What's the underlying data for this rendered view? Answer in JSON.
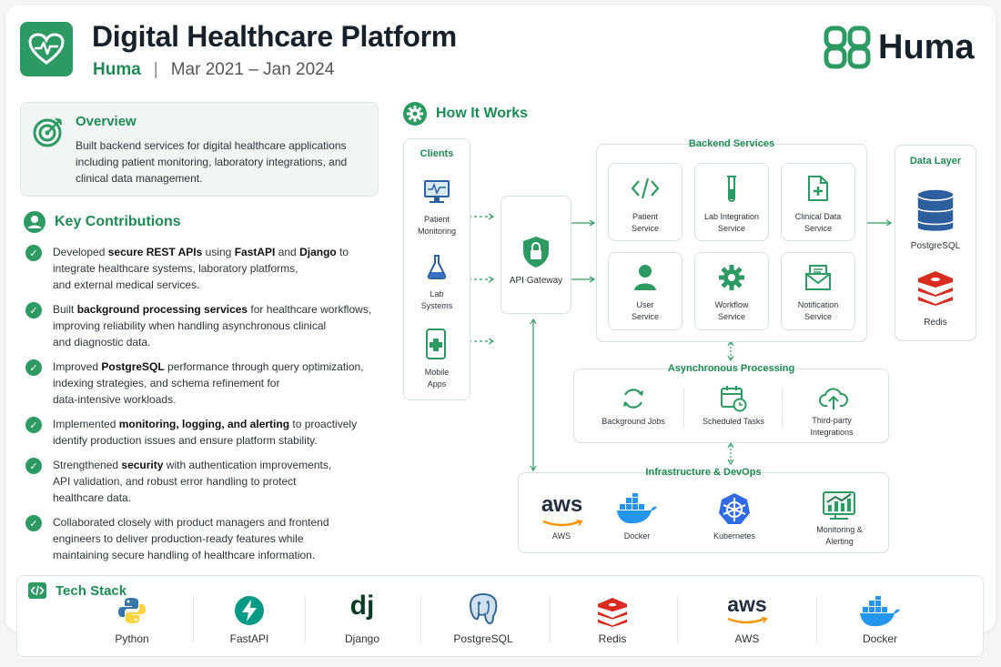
{
  "header": {
    "title": "Digital Healthcare Platform",
    "company": "Huma",
    "separator": "|",
    "period": "Mar 2021 – Jan 2024",
    "brand": "Huma",
    "icon": "heart-pulse-icon"
  },
  "overview": {
    "heading": "Overview",
    "text": "Built backend services for digital healthcare applications including patient monitoring, laboratory integrations, and clinical data management."
  },
  "contributions": {
    "heading": "Key Contributions",
    "items": [
      {
        "parts": [
          [
            "Developed ",
            0
          ],
          [
            "secure REST APIs",
            1
          ],
          [
            " using ",
            0
          ],
          [
            "FastAPI",
            1
          ],
          [
            " and ",
            0
          ],
          [
            "Django",
            1
          ],
          [
            " to\nintegrate healthcare systems, laboratory platforms,\nand external medical services.",
            0
          ]
        ]
      },
      {
        "parts": [
          [
            "Built ",
            0
          ],
          [
            "background processing services",
            1
          ],
          [
            " for healthcare workflows,\nimproving reliability when handling asynchronous clinical\nand diagnostic data.",
            0
          ]
        ]
      },
      {
        "parts": [
          [
            "Improved ",
            0
          ],
          [
            "PostgreSQL",
            1
          ],
          [
            " performance through query optimization,\nindexing strategies, and schema refinement for\ndata-intensive workloads.",
            0
          ]
        ]
      },
      {
        "parts": [
          [
            "Implemented ",
            0
          ],
          [
            "monitoring, logging, and alerting",
            1
          ],
          [
            " to proactively\nidentify production issues and ensure platform stability.",
            0
          ]
        ]
      },
      {
        "parts": [
          [
            "Strengthened ",
            0
          ],
          [
            "security",
            1
          ],
          [
            " with authentication improvements,\nAPI validation, and robust error handling to protect\nhealthcare data.",
            0
          ]
        ]
      },
      {
        "parts": [
          [
            "Collaborated closely with product managers and frontend\nengineers to deliver production-ready features while\nmaintaining secure handling of healthcare information.",
            0
          ]
        ]
      }
    ]
  },
  "how": {
    "heading": "How It Works",
    "clients": {
      "title": "Clients",
      "items": [
        "Patient\nMonitoring",
        "Lab\nSystems",
        "Mobile\nApps"
      ]
    },
    "gateway": "API Gateway",
    "backend": {
      "title": "Backend Services",
      "items": [
        "Patient\nService",
        "Lab Integration\nService",
        "Clinical Data\nService",
        "User\nService",
        "Workflow\nService",
        "Notification\nService"
      ]
    },
    "data": {
      "title": "Data Layer",
      "items": [
        "PostgreSQL",
        "Redis"
      ]
    },
    "async": {
      "title": "Asynchronous Processing",
      "items": [
        "Background Jobs",
        "Scheduled Tasks",
        "Third-party\nIntegrations"
      ]
    },
    "infra": {
      "title": "Infrastructure & DevOps",
      "items": [
        "AWS",
        "Docker",
        "Kubernetes",
        "Monitoring &\nAlerting"
      ]
    },
    "aws_logo": "aws"
  },
  "tech": {
    "heading": "Tech Stack",
    "items": [
      "Python",
      "FastAPI",
      "Django",
      "PostgreSQL",
      "Redis",
      "AWS",
      "Docker"
    ],
    "django_logo": "dj",
    "aws_logo": "aws"
  },
  "colors": {
    "accent": "#2d9a63",
    "heading": "#1e8a57",
    "redis": "#d82c20",
    "docker": "#2496ed",
    "k8s": "#326ce5",
    "aws": "#f79400"
  }
}
